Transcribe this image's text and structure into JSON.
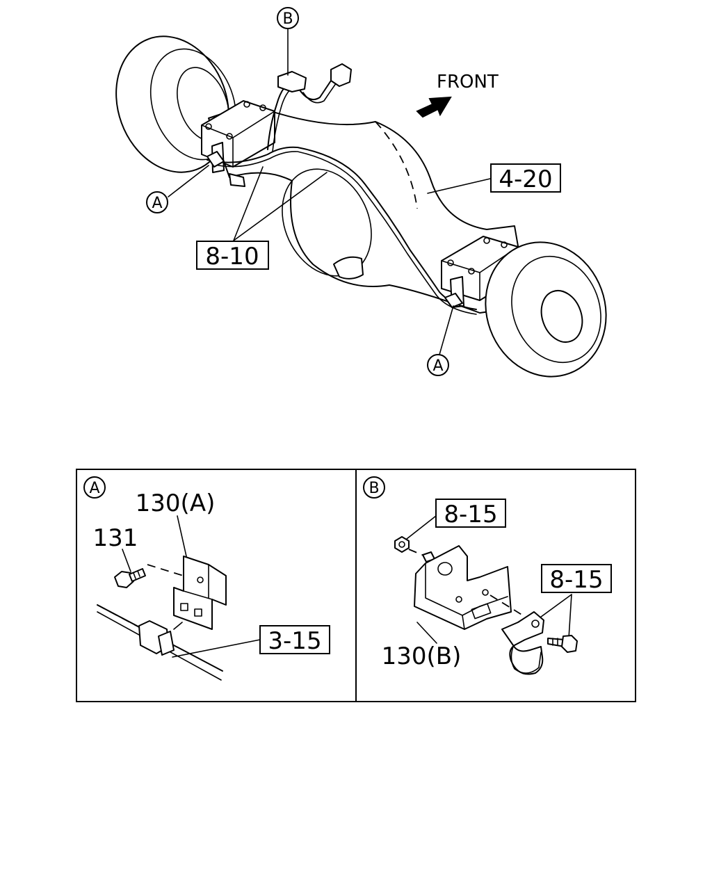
{
  "labels": {
    "front": "FRONT",
    "ref_axle": "4-20",
    "ref_bracket_main": "8-10",
    "ref_nut_b": "8-15",
    "ref_bolt_b": "8-15",
    "ref_harness": "3-15",
    "part_130a": "130(A)",
    "part_131": "131",
    "part_130b": "130(B)"
  },
  "callouts": {
    "a_left": "A",
    "a_right": "A",
    "b_top": "B",
    "panel_a": "A",
    "panel_b": "B"
  }
}
